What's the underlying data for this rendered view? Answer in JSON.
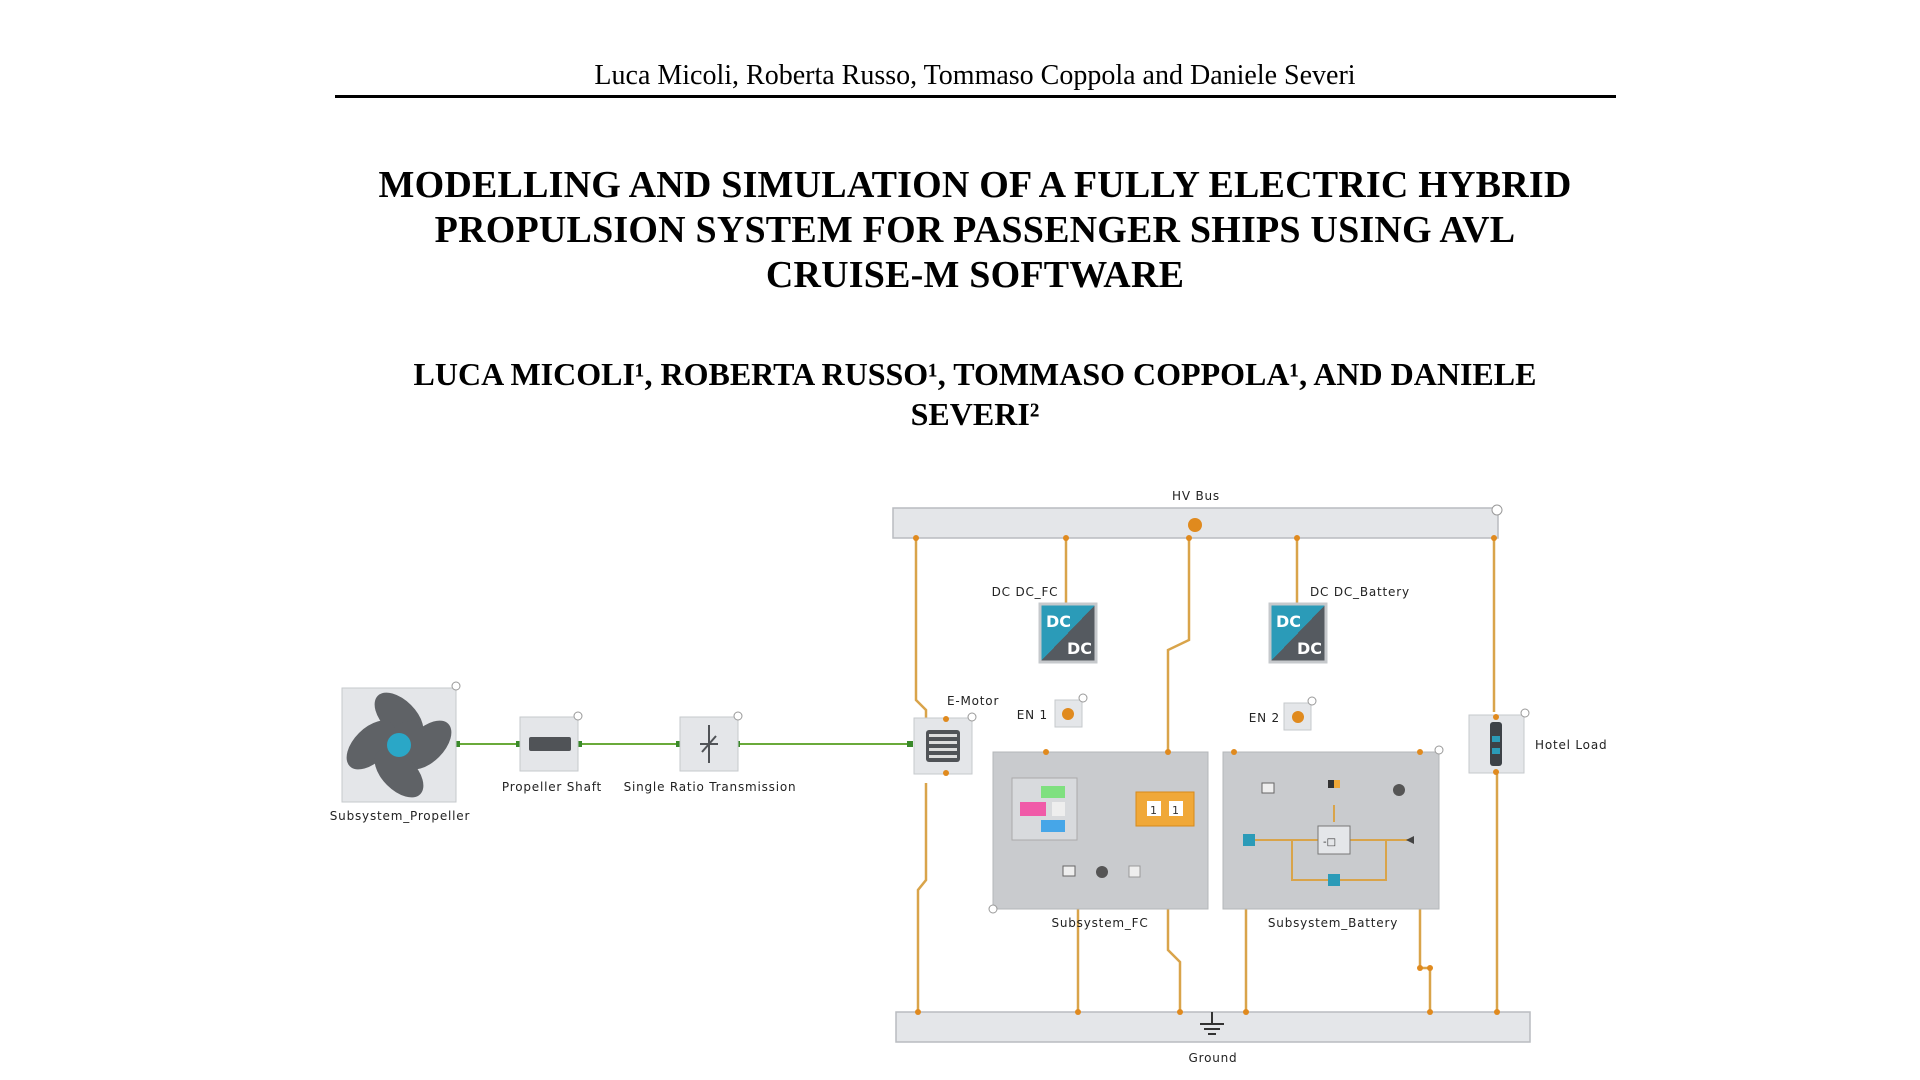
{
  "header": {
    "running_head": "Luca Micoli, Roberta Russo, Tommaso Coppola and Daniele Severi"
  },
  "paper": {
    "title_lines": [
      "MODELLING AND SIMULATION OF A FULLY ELECTRIC HYBRID",
      "PROPULSION SYSTEM FOR PASSENGER SHIPS USING AVL",
      "CRUISE-M SOFTWARE"
    ],
    "authors_line1": "LUCA MICOLI¹, ROBERTA RUSSO¹, TOMMASO COPPOLA¹, AND DANIELE",
    "authors_line2": "SEVERI²"
  },
  "diagram": {
    "labels": {
      "hv_bus": "HV Bus",
      "dcdc_fc": "DC DC_FC",
      "dcdc_battery": "DC DC_Battery",
      "dc_top": "DC",
      "dc_bottom": "DC",
      "e_motor": "E-Motor",
      "en1": "EN 1",
      "en2": "EN 2",
      "subsystem_propeller": "Subsystem_Propeller",
      "propeller_shaft": "Propeller Shaft",
      "single_ratio_transmission": "Single Ratio Transmission",
      "hotel_load": "Hotel Load",
      "subsystem_fc": "Subsystem_FC",
      "subsystem_battery": "Subsystem_Battery",
      "ground": "Ground"
    },
    "colors": {
      "wire": "#d9a44a",
      "shaft_line": "#6aaa3a",
      "node": "#e08a1e",
      "dc_teal": "#2b9bb8",
      "dc_dark": "#555a60",
      "bus_fill": "#e4e6e9",
      "subsystem_fill": "#c9cbce"
    }
  }
}
